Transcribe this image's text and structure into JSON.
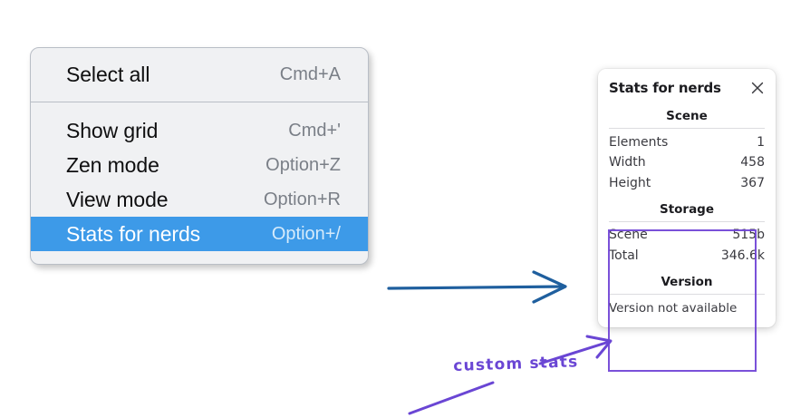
{
  "context_menu": {
    "groups": [
      {
        "items": [
          {
            "label": "Select all",
            "shortcut": "Cmd+A",
            "selected": false
          }
        ]
      },
      {
        "items": [
          {
            "label": "Show grid",
            "shortcut": "Cmd+'",
            "selected": false
          },
          {
            "label": "Zen mode",
            "shortcut": "Option+Z",
            "selected": false
          },
          {
            "label": "View mode",
            "shortcut": "Option+R",
            "selected": false
          },
          {
            "label": "Stats for nerds",
            "shortcut": "Option+/",
            "selected": true
          }
        ]
      }
    ],
    "highlight_color": "#3d9ae8"
  },
  "stats_panel": {
    "title": "Stats for nerds",
    "close_icon": "close-icon",
    "sections": [
      {
        "heading": "Scene",
        "rows": [
          {
            "key": "Elements",
            "value": "1"
          },
          {
            "key": "Width",
            "value": "458"
          },
          {
            "key": "Height",
            "value": "367"
          }
        ]
      },
      {
        "heading": "Storage",
        "rows": [
          {
            "key": "Scene",
            "value": "515b"
          },
          {
            "key": "Total",
            "value": "346.6k"
          }
        ]
      },
      {
        "heading": "Version",
        "note": "Version not available"
      }
    ]
  },
  "annotations": {
    "label": "custom stats",
    "label_color": "#6a46d4",
    "blue_arrow_color": "#1f5f9e",
    "purple_arrow_color": "#6a46d4"
  }
}
